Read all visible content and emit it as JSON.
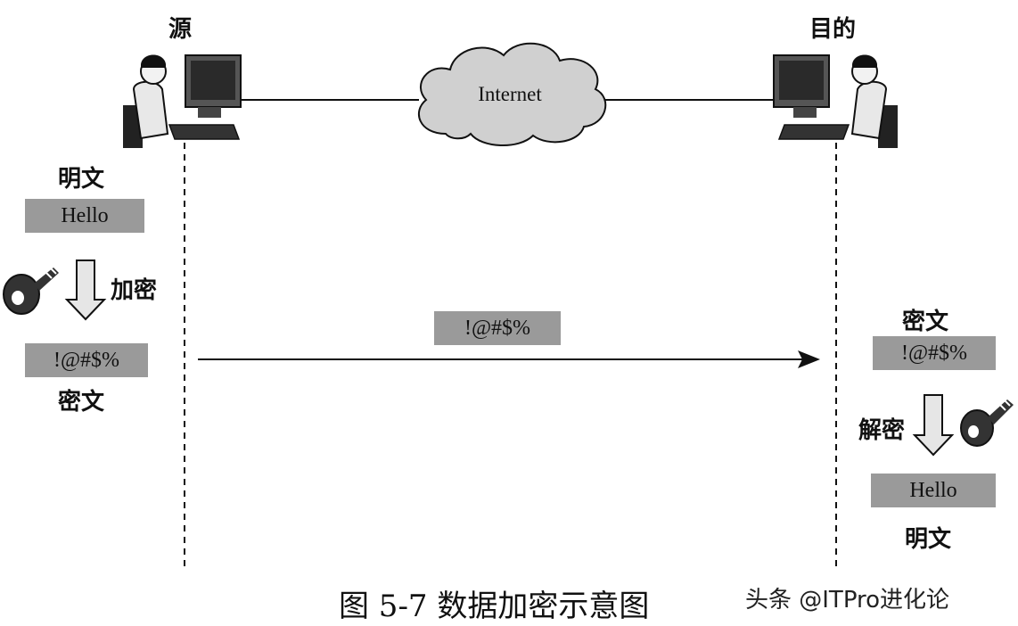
{
  "source": {
    "title": "源"
  },
  "destination": {
    "title": "目的"
  },
  "network": {
    "label": "Internet"
  },
  "sender": {
    "plaintext_label": "明文",
    "plaintext_value": "Hello",
    "encrypt_label": "加密",
    "ciphertext_value": "!@#$%",
    "ciphertext_label": "密文"
  },
  "transit": {
    "ciphertext_value": "!@#$%"
  },
  "receiver": {
    "ciphertext_label": "密文",
    "ciphertext_value": "!@#$%",
    "decrypt_label": "解密",
    "plaintext_value": "Hello",
    "plaintext_label": "明文"
  },
  "caption": "图 5-7   数据加密示意图",
  "watermark": "头条 @ITPro进化论",
  "icons": {
    "source_user": "person-at-computer-icon",
    "destination_user": "person-at-computer-icon",
    "network": "cloud-icon",
    "encrypt_key": "key-icon",
    "decrypt_key": "key-icon",
    "encrypt_arrow": "down-arrow-icon",
    "decrypt_arrow": "down-arrow-icon"
  }
}
